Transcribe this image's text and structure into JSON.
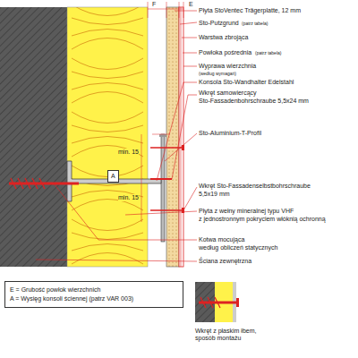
{
  "diagram": {
    "nodes": [
      {
        "text": [
          "A"
        ]
      },
      {
        "text": [
          "E = Grubość powłok wierzchnich",
          "A = Wysięg konsoli ściennej (patrz VAR 003)"
        ]
      }
    ],
    "labels": [
      "F",
      "E",
      "Płyta StoVentec Trägerplatte, 12 mm",
      "Sto-Putzgrund",
      "(patrz tabela)",
      "Warstwa zbrojąca",
      "Powłoka pośrednia",
      "(patrz tabela)",
      "Wyprawa wierzchnia",
      "(według wymagań)",
      "Konsola Sto-Wandhalter Edelstahl",
      "Wkręt samowiercący",
      "Sto-Fassadenbohrschraube 5,5x24 mm",
      "Sto-Aluminium-T-Profil",
      "Wkręt Sto-Fassadenselbstbohrschraube",
      "5,5x19 mm",
      "Płyta z wełny mineralnej typu VHF",
      "z jednostronnym pokryciem włóknią ochronną",
      "Kotwa mocująca",
      "według obliczeń statycznych",
      "Ściana zewnętrzna",
      "min. 15",
      "min. 15",
      "Wkręt z płaskim łbem, sposób montażu"
    ]
  }
}
